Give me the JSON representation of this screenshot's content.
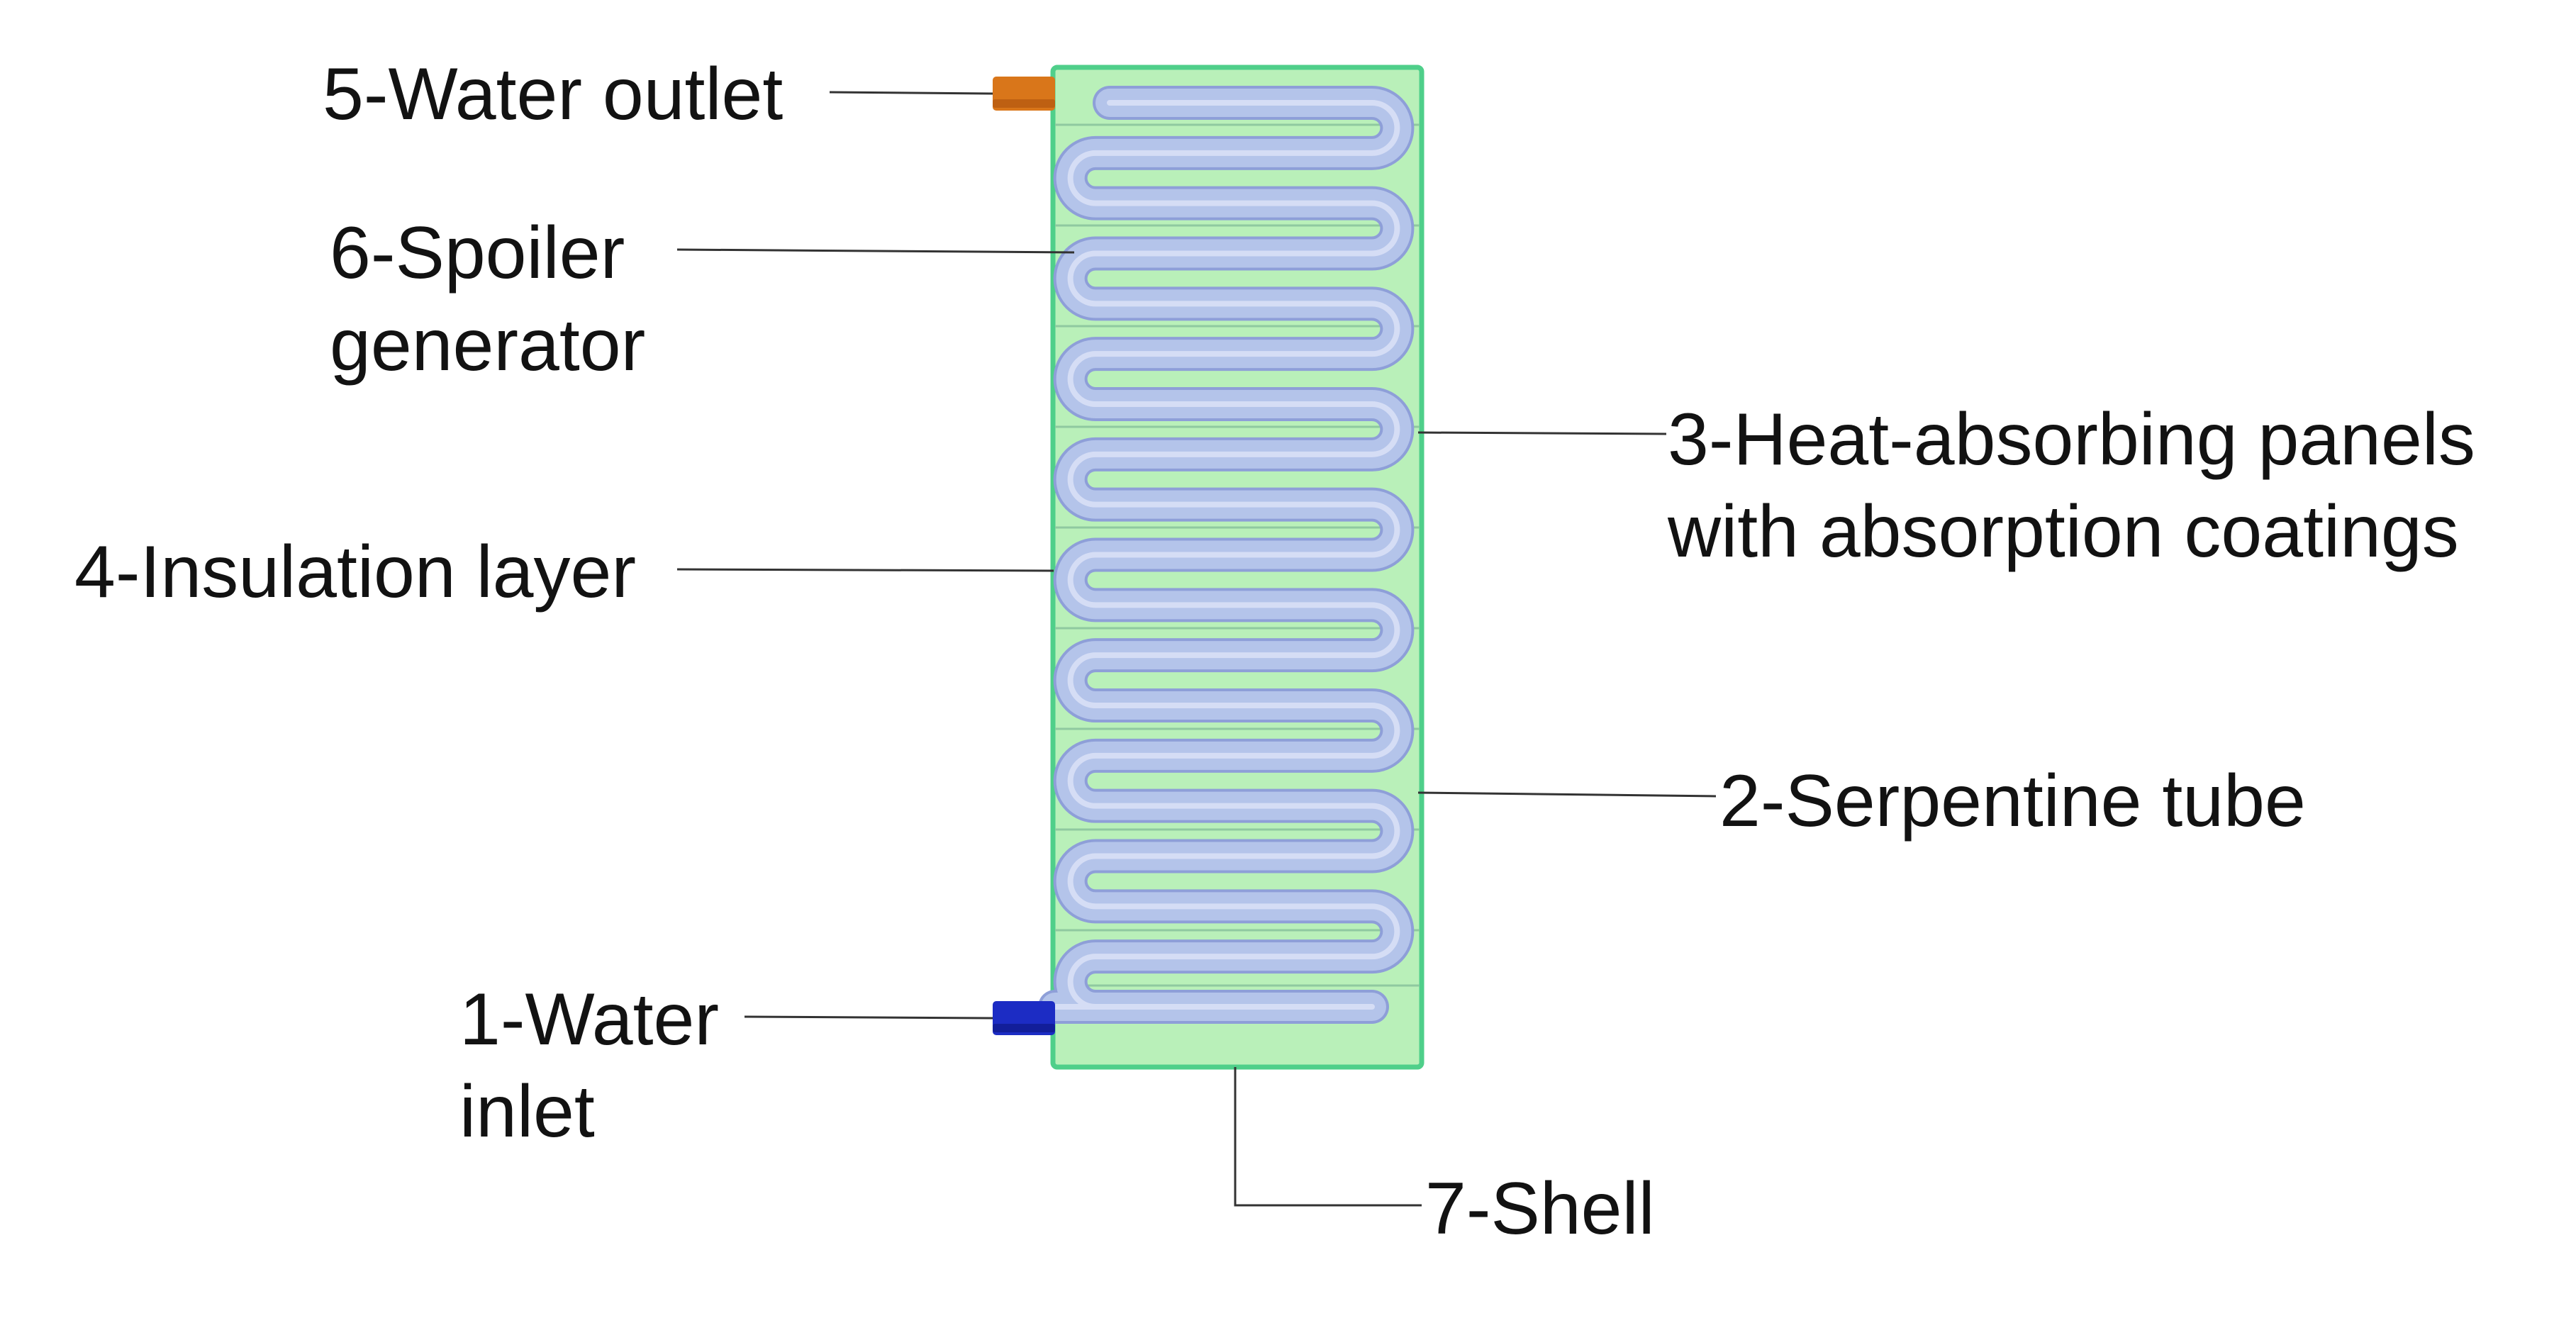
{
  "labels": {
    "water_outlet": {
      "line1": "5-Water outlet"
    },
    "spoiler_generator": {
      "line1": "6-Spoiler",
      "line2": "generator"
    },
    "heat_absorbing_panels": {
      "line1": "3-Heat-absorbing panels",
      "line2": "with absorption coatings"
    },
    "insulation_layer": {
      "line1": "4-Insulation layer"
    },
    "serpentine_tube": {
      "line1": "2-Serpentine tube"
    },
    "water_inlet": {
      "line1": "1-Water",
      "line2": "inlet"
    },
    "shell": {
      "line1": "7-Shell"
    }
  },
  "colors": {
    "shell_fill": "#b9f0b9",
    "shell_border": "#4fcf8a",
    "tube_fill": "#b4c4ea",
    "tube_edge": "#8e9fd8",
    "outlet_pipe": "#d9761a",
    "inlet_pipe": "#1c2cc4",
    "leader_line": "#333333",
    "panel_divider": "#8fc9a0"
  },
  "serpentine": {
    "bends": 19
  }
}
